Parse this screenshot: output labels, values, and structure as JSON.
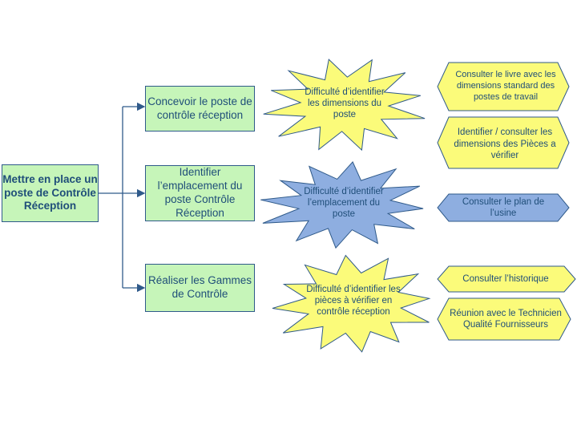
{
  "colors": {
    "box_fill": "#c6f5b9",
    "box_border": "#2f5a8a",
    "text": "#1f4e79",
    "burst_yellow": "#fbfb7a",
    "burst_blue": "#8eaee0",
    "connector": "#2f5a8a"
  },
  "root": {
    "label": "Mettre en place un poste de Contrôle Réception"
  },
  "steps": [
    {
      "label": "Concevoir le poste de contrôle réception",
      "difficulty": "Difficulté d’identifier les dimensions du poste",
      "difficulty_color": "yellow",
      "solutions": [
        "Consulter le livre avec les dimensions standard des postes de travail",
        "Identifier / consulter les dimensions des Pièces a vérifier"
      ]
    },
    {
      "label": "Identifier l’emplacement du poste Contrôle Réception",
      "difficulty": "Difficulté d’identifier l’emplacement du poste",
      "difficulty_color": "blue",
      "solutions": [
        "Consulter le plan de l’usine"
      ]
    },
    {
      "label": "Réaliser les Gammes de Contrôle",
      "difficulty": "Difficulté d’identifier les pièces à vérifier en contrôle réception",
      "difficulty_color": "yellow",
      "solutions": [
        "Consulter l’historique",
        "Réunion avec le Technicien Qualité Fournisseurs"
      ]
    }
  ]
}
